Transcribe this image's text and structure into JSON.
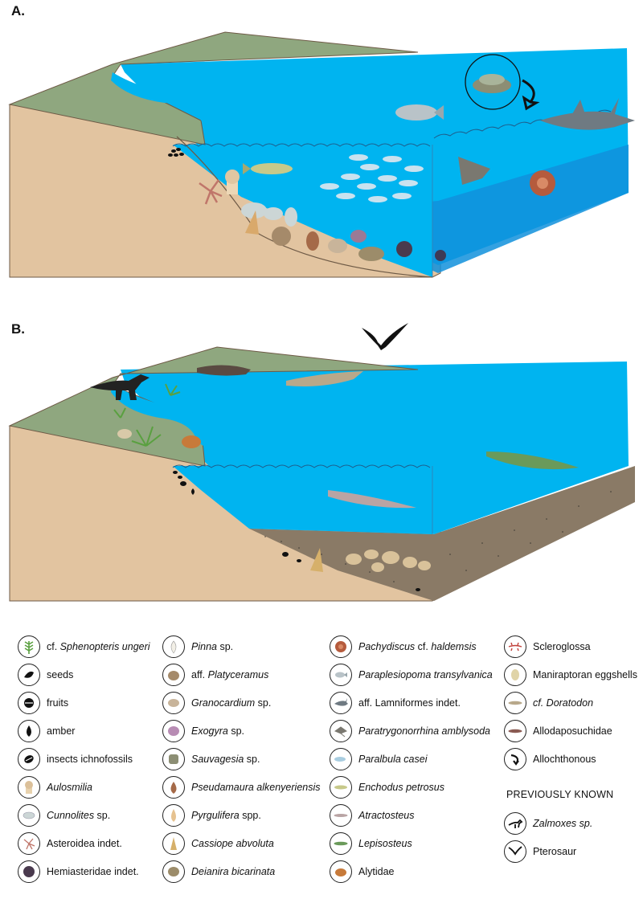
{
  "panels": {
    "a_label": "A.",
    "b_label": "B."
  },
  "colors": {
    "land_top": "#8fa77f",
    "land_side": "#e2c4a0",
    "water": "#00b4f0",
    "deep_water": "#1090dc",
    "sediment": "#8a7a66",
    "outline": "#6e5a46"
  },
  "legend": {
    "col1": [
      {
        "pre": "cf. ",
        "it": "Sphenopteris ungeri",
        "post": "",
        "icon": "fern-icon"
      },
      {
        "pre": "seeds",
        "it": "",
        "post": "",
        "icon": "seed-icon"
      },
      {
        "pre": "fruits",
        "it": "",
        "post": "",
        "icon": "fruit-icon"
      },
      {
        "pre": "amber",
        "it": "",
        "post": "",
        "icon": "amber-drop-icon"
      },
      {
        "pre": "insects ichnofossils",
        "it": "",
        "post": "",
        "icon": "ichnofossil-icon"
      },
      {
        "pre": "",
        "it": "Aulosmilia",
        "post": "",
        "icon": "coral-icon"
      },
      {
        "pre": "",
        "it": "Cunnolites",
        "post": " sp.",
        "icon": "disc-coral-icon"
      },
      {
        "pre": "Asteroidea indet.",
        "it": "",
        "post": "",
        "icon": "starfish-icon"
      },
      {
        "pre": "Hemiasteridae indet.",
        "it": "",
        "post": "",
        "icon": "sea-urchin-icon"
      }
    ],
    "col2": [
      {
        "pre": "",
        "it": "Pinna",
        "post": " sp.",
        "icon": "pinna-shell-icon"
      },
      {
        "pre": "aff. ",
        "it": "Platyceramus",
        "post": "",
        "icon": "clam-icon"
      },
      {
        "pre": "",
        "it": "Granocardium",
        "post": " sp.",
        "icon": "cockle-icon"
      },
      {
        "pre": "",
        "it": "Exogyra",
        "post": " sp.",
        "icon": "oyster-icon"
      },
      {
        "pre": "",
        "it": "Sauvagesia",
        "post": " sp.",
        "icon": "rudist-icon"
      },
      {
        "pre": "",
        "it": "Pseudamaura alkenyeriensis",
        "post": "",
        "icon": "snail-icon"
      },
      {
        "pre": "",
        "it": "Pyrgulifera",
        "post": " spp.",
        "icon": "spire-snail-icon"
      },
      {
        "pre": "",
        "it": "Cassiope abvoluta",
        "post": "",
        "icon": "turret-snail-icon"
      },
      {
        "pre": "",
        "it": "Deianira bicarinata",
        "post": "",
        "icon": "bicarinate-snail-icon"
      }
    ],
    "col3": [
      {
        "pre": "",
        "it": "Pachydiscus",
        "post": " cf. ",
        "it2": "haldemsis",
        "icon": "ammonite-icon"
      },
      {
        "pre": "",
        "it": "Paraplesiopoma transylvanica",
        "post": "",
        "icon": "perch-fish-icon"
      },
      {
        "pre": "aff. Lamniformes indet.",
        "it": "",
        "post": "",
        "icon": "shark-icon"
      },
      {
        "pre": "",
        "it": "Paratrygonorrhina amblysoda",
        "post": "",
        "icon": "ray-icon"
      },
      {
        "pre": "",
        "it": "Paralbula casei",
        "post": "",
        "icon": "bonefish-icon"
      },
      {
        "pre": "",
        "it": "Enchodus petrosus",
        "post": "",
        "icon": "enchodus-icon"
      },
      {
        "pre": "",
        "it": "Atractosteus",
        "post": "",
        "icon": "gar-icon"
      },
      {
        "pre": "",
        "it": "Lepisosteus",
        "post": "",
        "icon": "spotted-gar-icon"
      },
      {
        "pre": "Alytidae",
        "it": "",
        "post": "",
        "icon": "frog-icon"
      }
    ],
    "col4": [
      {
        "pre": "Scleroglossa",
        "it": "",
        "post": "",
        "icon": "lizard-icon"
      },
      {
        "pre": "Maniraptoran eggshells",
        "it": "",
        "post": "",
        "icon": "eggshell-icon"
      },
      {
        "pre": "",
        "it": "cf. Doratodon",
        "post": "",
        "icon": "crocodile-icon"
      },
      {
        "pre": "Allodaposuchidae",
        "it": "",
        "post": "",
        "icon": "allodaposuchid-icon"
      },
      {
        "pre": "Allochthonous",
        "it": "",
        "post": "",
        "icon": "curved-arrow-icon"
      }
    ],
    "previously_known_title": "PREVIOUSLY KNOWN",
    "col4b": [
      {
        "pre": "",
        "it": "Zalmoxes sp.",
        "post": "",
        "icon": "dinosaur-icon"
      },
      {
        "pre": "Pterosaur",
        "it": "",
        "post": "",
        "icon": "pterosaur-icon"
      }
    ]
  }
}
